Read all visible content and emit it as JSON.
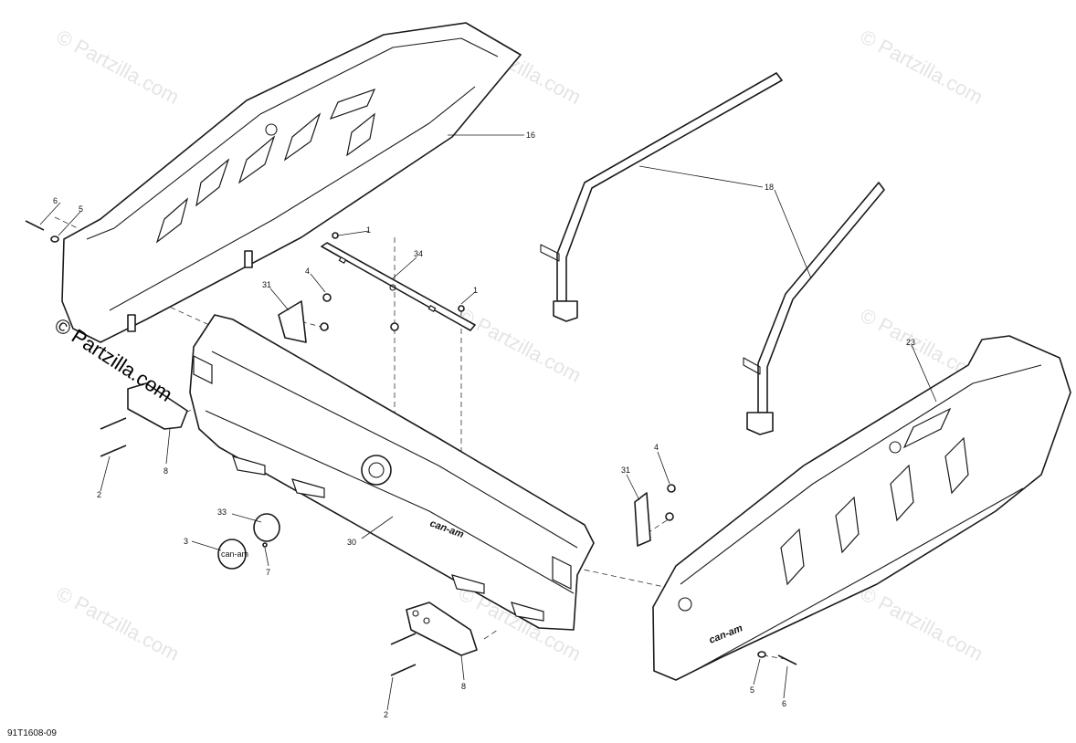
{
  "callouts": {
    "c16": "16",
    "c18": "18",
    "c23": "23",
    "c6a": "6",
    "c5a": "5",
    "c1a": "1",
    "c34": "34",
    "c1b": "1",
    "c4a": "4",
    "c31a": "31",
    "c8a": "8",
    "c2a": "2",
    "c33": "33",
    "c3": "3",
    "c7": "7",
    "c30": "30",
    "c31b": "31",
    "c4b": "4",
    "c8b": "8",
    "c2b": "2",
    "c5b": "5",
    "c6b": "6"
  },
  "reference_code": "91T1608-09",
  "watermark": "© Partzilla.com",
  "brand_label": "can-am"
}
